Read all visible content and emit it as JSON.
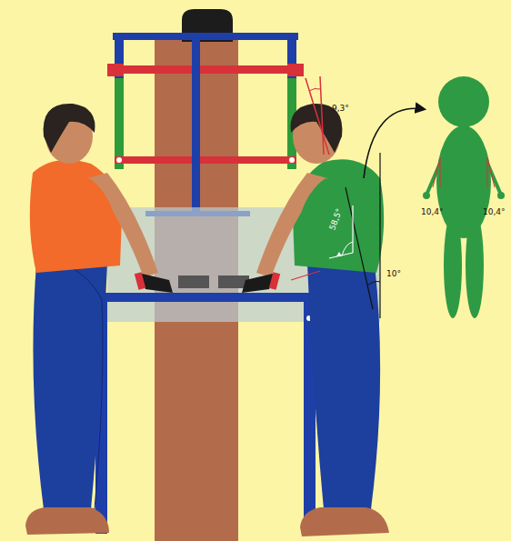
{
  "diagram": {
    "labels": [
      "9,3°",
      "58,5°",
      "10°",
      "10,4°",
      "10,4°"
    ]
  }
}
